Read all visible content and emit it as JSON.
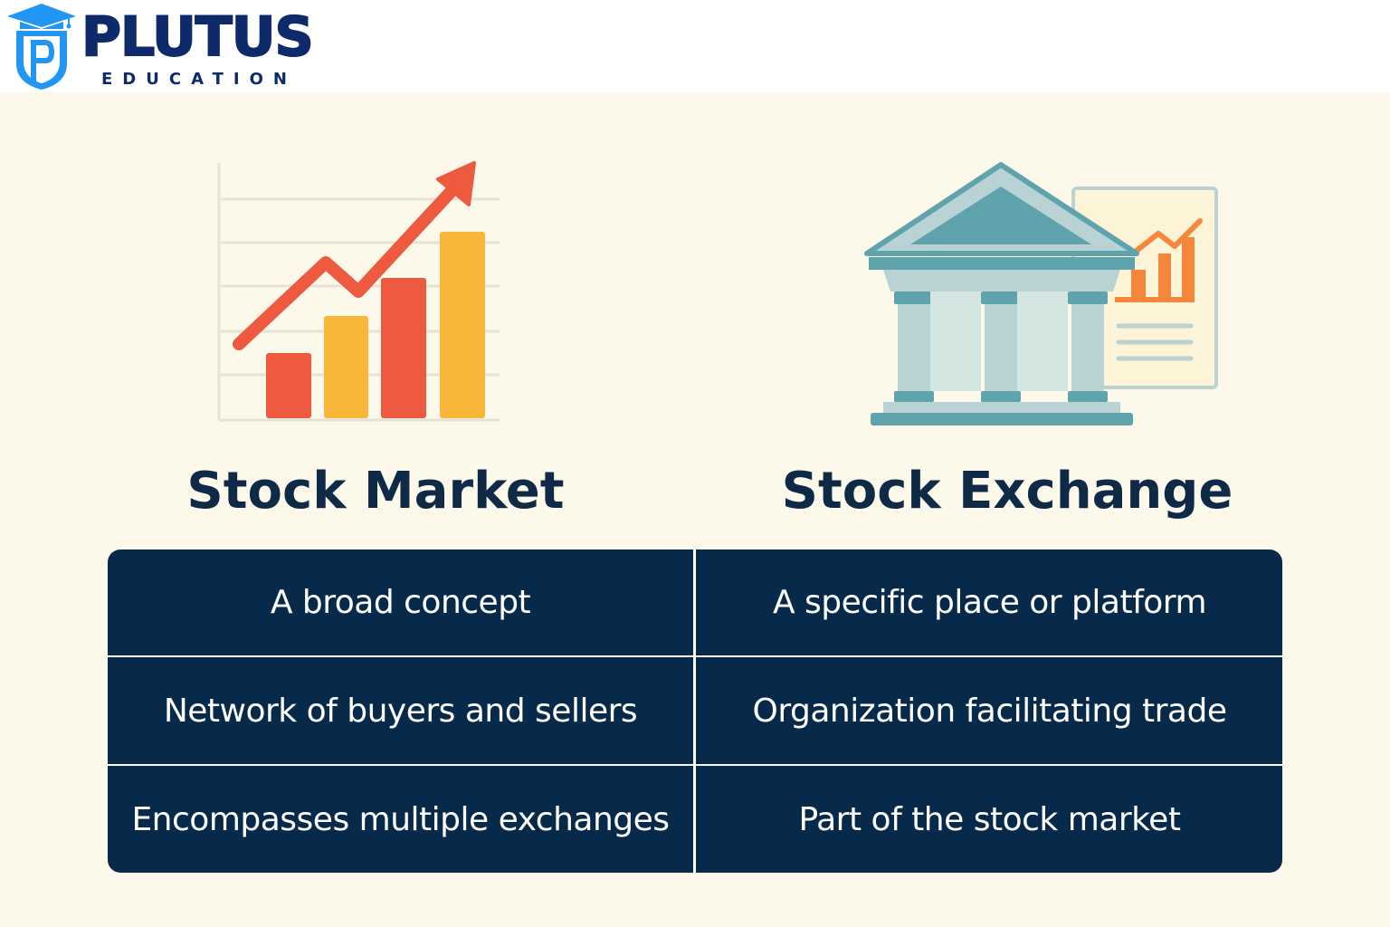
{
  "brand": {
    "name": "PLUTUS",
    "tagline": "EDUCATION",
    "colors": {
      "primary": "#0f2a6b",
      "accent": "#2196f3"
    }
  },
  "illustrations": {
    "left": {
      "icon": "growth-bar-chart-icon",
      "description": "bar chart with upward trending arrow"
    },
    "right": {
      "icon": "stock-exchange-building-icon",
      "description": "classical bank building with chart document"
    }
  },
  "columns": [
    {
      "heading": "Stock Market"
    },
    {
      "heading": "Stock Exchange"
    }
  ],
  "comparison_table": {
    "rows": [
      {
        "left": "A broad concept",
        "right": "A specific place or platform"
      },
      {
        "left": "Network of buyers and sellers",
        "right": "Organization facilitating trade"
      },
      {
        "left": "Encompasses multiple exchanges",
        "right": "Part of the stock market"
      }
    ]
  },
  "colors": {
    "background": "#fdf9ea",
    "header_bg": "#ffffff",
    "heading_text": "#0f2a47",
    "table_bg": "#082a4a",
    "table_text": "#ffffff",
    "chart_red": "#ee5a3f",
    "chart_yellow": "#f8b739",
    "building_teal": "#5fa3ad",
    "building_light": "#b9d2d3",
    "doc_orange": "#f5873a"
  }
}
